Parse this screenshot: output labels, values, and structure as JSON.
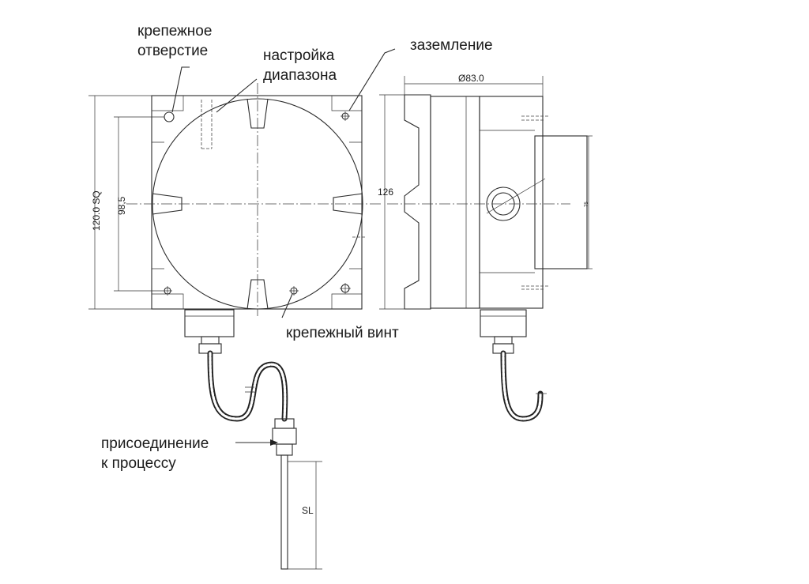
{
  "labels": {
    "mounting_hole": [
      "крепежное",
      "отверстие"
    ],
    "range_adjust": [
      "настройка",
      "диапазона"
    ],
    "grounding": "заземление",
    "mounting_screw": "крепежный винт",
    "process_connection": [
      "присоединение",
      "к процессу"
    ]
  },
  "dimensions": {
    "overall_square": "120.0 SQ",
    "hole_spacing": "98,5",
    "height": "126",
    "depth_diameter": "Ø83.0",
    "box_height": "75",
    "stem_length": "SL"
  }
}
